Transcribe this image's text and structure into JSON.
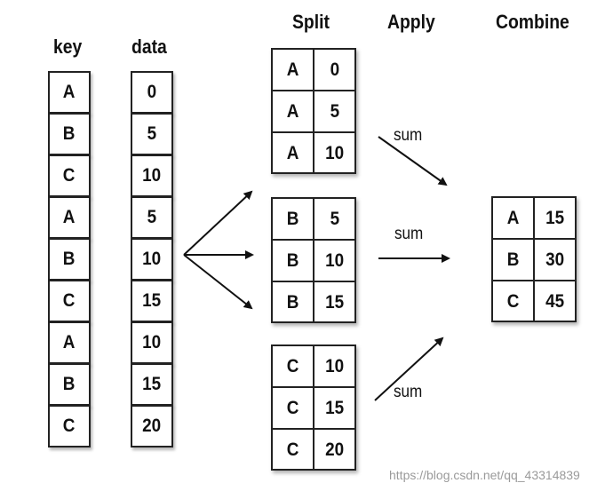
{
  "headers": {
    "key": "key",
    "data": "data",
    "split": "Split",
    "apply": "Apply",
    "combine": "Combine"
  },
  "key_column": [
    "A",
    "B",
    "C",
    "A",
    "B",
    "C",
    "A",
    "B",
    "C"
  ],
  "data_column": [
    "0",
    "5",
    "10",
    "5",
    "10",
    "15",
    "10",
    "15",
    "20"
  ],
  "split_groups": [
    {
      "rows": [
        [
          "A",
          "0"
        ],
        [
          "A",
          "5"
        ],
        [
          "A",
          "10"
        ]
      ]
    },
    {
      "rows": [
        [
          "B",
          "5"
        ],
        [
          "B",
          "10"
        ],
        [
          "B",
          "15"
        ]
      ]
    },
    {
      "rows": [
        [
          "C",
          "10"
        ],
        [
          "C",
          "15"
        ],
        [
          "C",
          "20"
        ]
      ]
    }
  ],
  "apply_labels": [
    "sum",
    "sum",
    "sum"
  ],
  "combine_rows": [
    [
      "A",
      "15"
    ],
    [
      "B",
      "30"
    ],
    [
      "C",
      "45"
    ]
  ],
  "watermark": "https://blog.csdn.net/qq_43314839"
}
